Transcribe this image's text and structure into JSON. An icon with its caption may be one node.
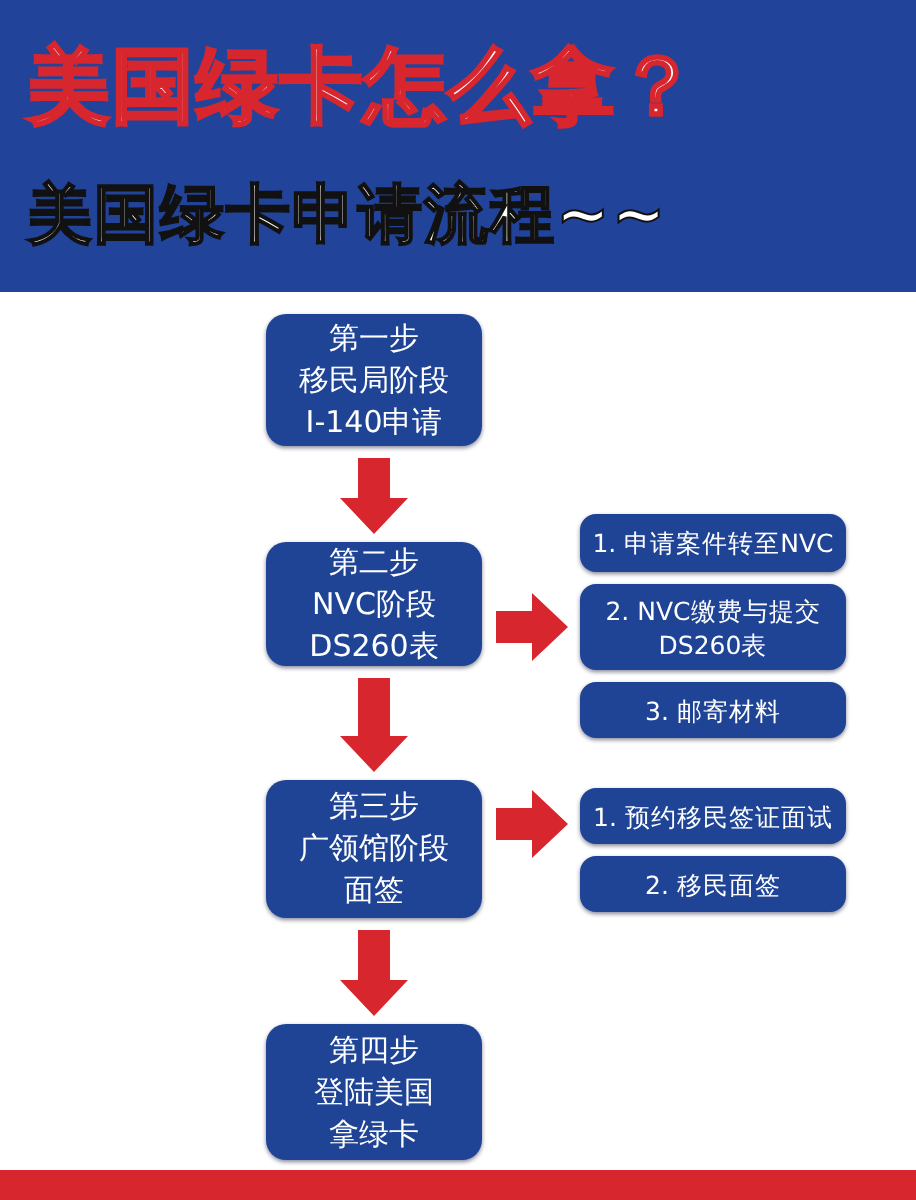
{
  "diagram": {
    "title": "美国绿卡怎么拿？",
    "labels": [
      "美国绿卡申请流程~~"
    ],
    "nodes": [
      {
        "text": [
          "第一步",
          "移民局阶段",
          "I-140申请"
        ]
      },
      {
        "text": [
          "第二步",
          "NVC阶段",
          "DS260表"
        ]
      },
      {
        "text": [
          "1. 申请案件转至NVC"
        ]
      },
      {
        "text": [
          "2. NVC缴费与提交 DS260表"
        ]
      },
      {
        "text": [
          "3. 邮寄材料"
        ]
      },
      {
        "text": [
          "第三步",
          "广领馆阶段",
          "面签"
        ]
      },
      {
        "text": [
          "1. 预约移民签证面试"
        ]
      },
      {
        "text": [
          "2. 移民面签"
        ]
      },
      {
        "text": [
          "第四步",
          "登陆美国",
          "拿绿卡"
        ]
      }
    ],
    "edges": [
      {
        "from": 0,
        "to": 1,
        "arrow": "to"
      },
      {
        "from": 1,
        "to": 3,
        "arrow": "to"
      },
      {
        "from": 1,
        "to": 5,
        "arrow": "to"
      },
      {
        "from": 5,
        "to": 6,
        "arrow": "to"
      },
      {
        "from": 5,
        "to": 8,
        "arrow": "to"
      }
    ]
  }
}
